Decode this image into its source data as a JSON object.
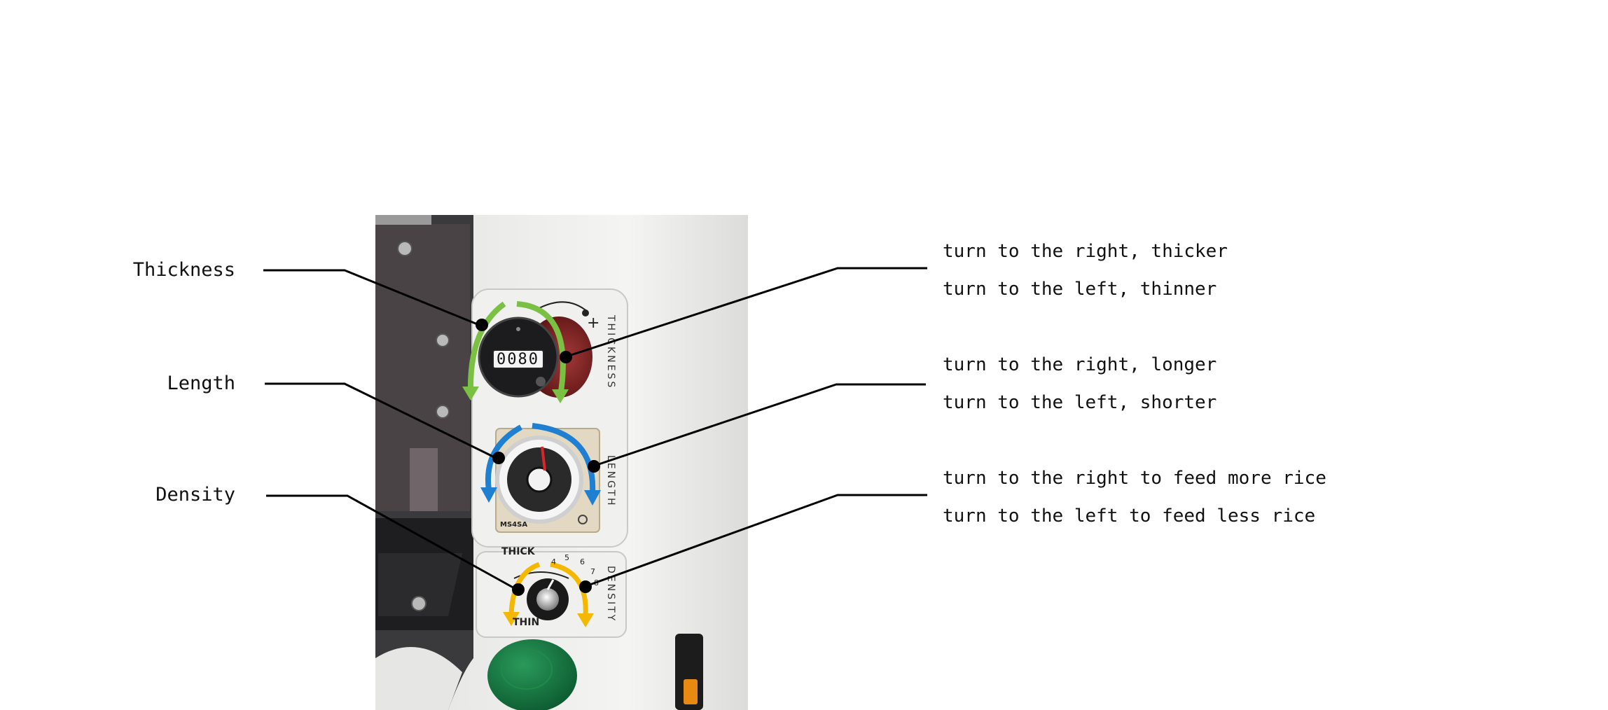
{
  "labels": {
    "thickness": "Thickness",
    "length": "Length",
    "density": "Density"
  },
  "descriptions": {
    "thickness_right": "turn to the right, thicker",
    "thickness_left": "turn to the left, thinner",
    "length_right": "turn to the right, longer",
    "length_left": "turn to the left, shorter",
    "density_right": "turn to the right to feed more rice",
    "density_left": "turn to the left to feed less rice"
  },
  "machine": {
    "thickness_counter": "0080",
    "thickness_plus": "+",
    "panel_thickness": "THICKNESS",
    "panel_length": "LENGTH",
    "panel_density": "DENSITY",
    "timer_model": "MS4SA",
    "density_thick": "THICK",
    "density_thin": "THIN",
    "density_scale": [
      "4",
      "5",
      "6",
      "7",
      "8"
    ]
  },
  "colors": {
    "thickness_arrow": "#7ac143",
    "length_arrow": "#1f7fd1",
    "density_arrow": "#f5b800",
    "leader_line": "#000000"
  }
}
